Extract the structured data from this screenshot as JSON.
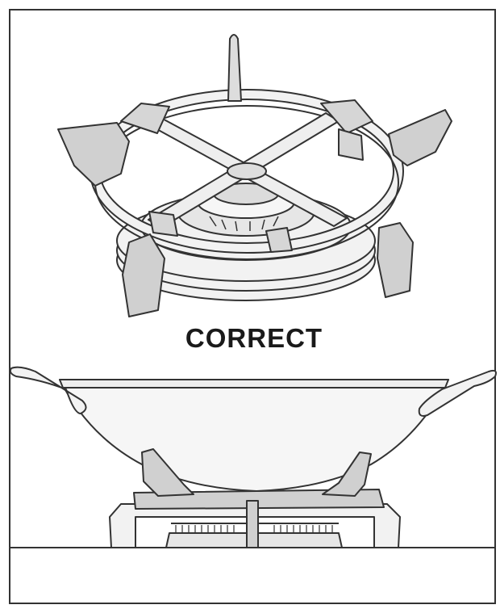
{
  "caption": "CORRECT",
  "figure": {
    "top_illustration": "wok-support-ring-on-burner",
    "bottom_illustration": "wok-on-support-ring",
    "colors": {
      "line": "#333333",
      "part_fill": "#d0d0d0",
      "metal_fill": "#f2f2f2",
      "background": "#ffffff"
    }
  }
}
